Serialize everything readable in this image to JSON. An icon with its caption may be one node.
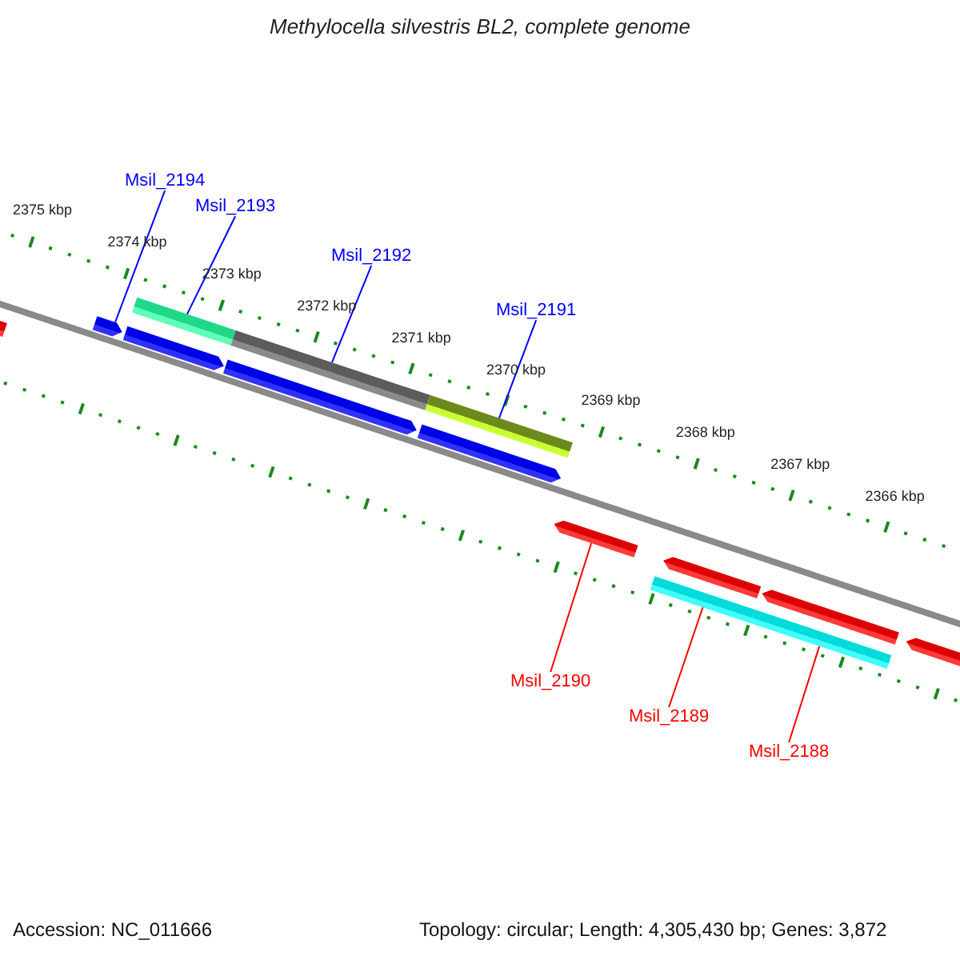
{
  "diagram": {
    "title": "Methylocella silvestris BL2, complete genome",
    "nodes": [
      {
        "text": [
          "Msil_2194"
        ]
      },
      {
        "text": [
          "Msil_2193"
        ]
      },
      {
        "text": [
          "Msil_2192"
        ]
      },
      {
        "text": [
          "Msil_2191"
        ]
      },
      {
        "text": [
          "Msil_2190"
        ]
      },
      {
        "text": [
          "Msil_2189"
        ]
      },
      {
        "text": [
          "Msil_2188"
        ]
      },
      {
        "text": [],
        "shape": "arrow"
      },
      {
        "text": [],
        "shape": "arrow"
      },
      {
        "text": [],
        "shape": "bar"
      },
      {
        "text": [],
        "shape": "arrow"
      },
      {
        "text": [],
        "shape": "bar"
      },
      {
        "text": [],
        "shape": "arrow"
      },
      {
        "text": [],
        "shape": "bar"
      },
      {
        "text": [],
        "shape": "arrow"
      },
      {
        "text": [],
        "shape": "arrow"
      },
      {
        "text": [],
        "shape": "arrow"
      },
      {
        "text": [],
        "shape": "bar"
      },
      {
        "text": [],
        "shape": "arrow"
      },
      {
        "text": [],
        "shape": "bar"
      },
      {
        "text": [],
        "shape": "arrow"
      }
    ],
    "edges": [
      {
        "from": 0,
        "to": 8,
        "arrow": "none"
      },
      {
        "from": 1,
        "to": 9,
        "arrow": "none"
      },
      {
        "from": 2,
        "to": 11,
        "arrow": "none"
      },
      {
        "from": 3,
        "to": 13,
        "arrow": "none"
      },
      {
        "from": 4,
        "to": 15,
        "arrow": "none",
        "color": "#ff0000"
      },
      {
        "from": 5,
        "to": 17,
        "arrow": "none",
        "color": "#ff0000"
      },
      {
        "from": 6,
        "to": 19,
        "arrow": "none",
        "color": "#ff0000"
      }
    ],
    "labels": [
      "2375 kbp",
      "2374 kbp",
      "2373 kbp",
      "2372 kbp",
      "2371 kbp",
      "2370 kbp",
      "2369 kbp",
      "2368 kbp",
      "2367 kbp",
      "2366 kbp",
      "Accession: NC_011666",
      "Topology: circular; Length: 4,305,430 bp; Genes: 3,872"
    ]
  }
}
